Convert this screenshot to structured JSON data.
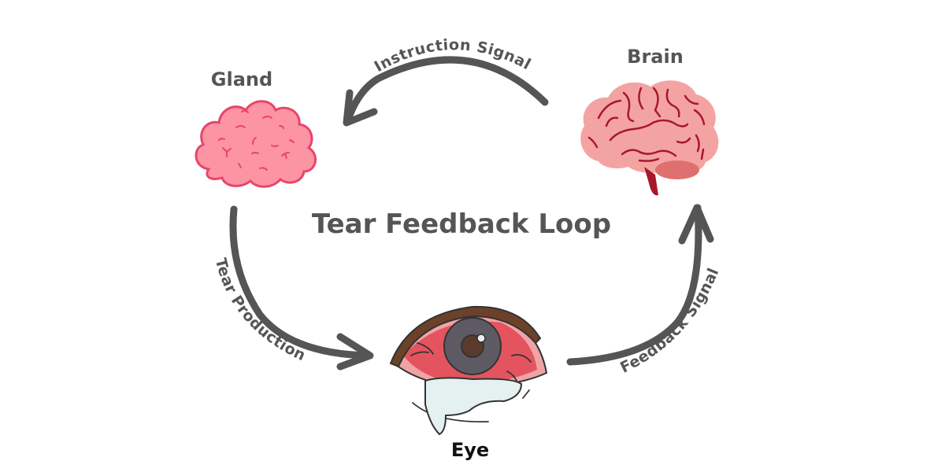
{
  "diagram": {
    "title": "Tear Feedback Loop",
    "nodes": [
      {
        "id": "gland",
        "label": "Gland",
        "icon": "gland-icon"
      },
      {
        "id": "brain",
        "label": "Brain",
        "icon": "brain-icon"
      },
      {
        "id": "eye",
        "label": "Eye",
        "icon": "teary-eye-icon"
      }
    ],
    "edges": [
      {
        "from": "brain",
        "to": "gland",
        "label": "Instruction Signal"
      },
      {
        "from": "gland",
        "to": "eye",
        "label": "Tear Production"
      },
      {
        "from": "eye",
        "to": "brain",
        "label": "Feedback Signal"
      }
    ],
    "colors": {
      "text": "#555555",
      "arrow": "#555555",
      "gland_fill": "#fc94a3",
      "gland_stroke": "#e8456a",
      "brain_fill": "#f4a3a3",
      "brain_stroke": "#a8182a",
      "eye_red": "#e3545f",
      "iris": "#5e5a63",
      "pupil": "#5a3a2a",
      "tear": "#e5f1f0"
    }
  }
}
